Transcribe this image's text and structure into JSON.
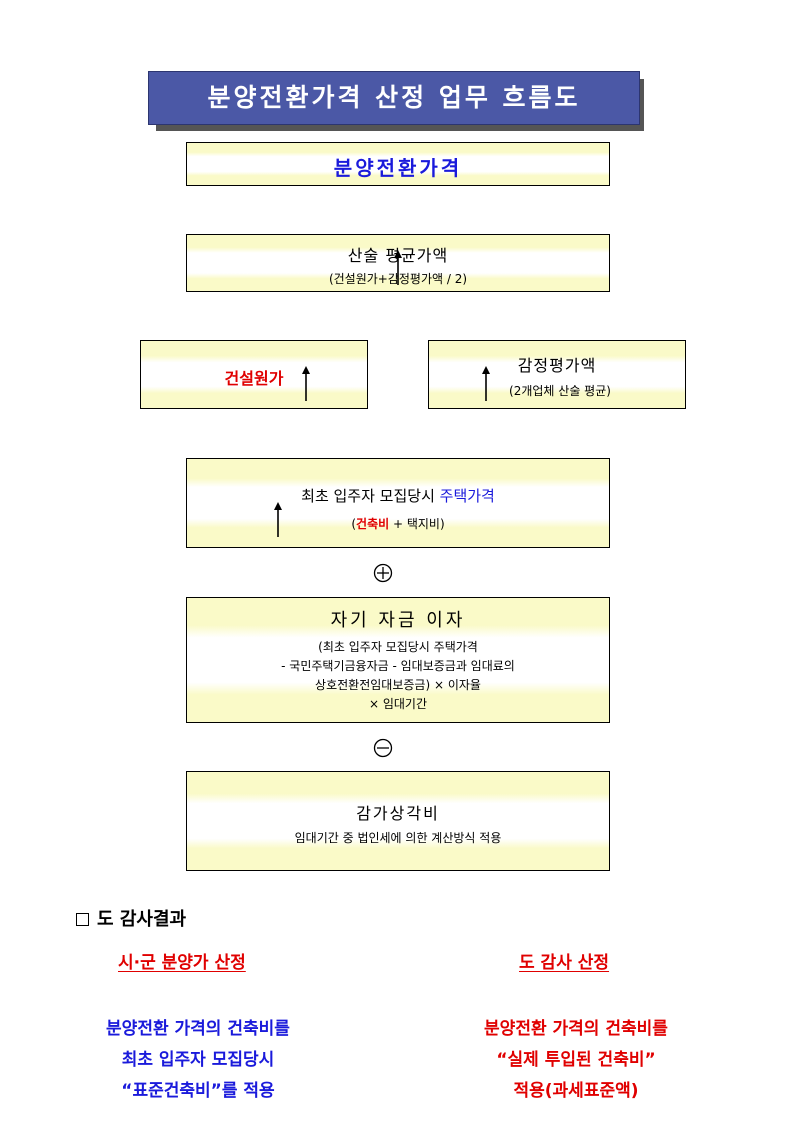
{
  "title": "분양전환가격 산정 업무 흐름도",
  "flow": {
    "box1": {
      "text": "분양전환가격"
    },
    "box2": {
      "main": "산술 평균가액",
      "sub": "(건설원가+감정평가액 / 2)"
    },
    "box3": {
      "text": "건설원가"
    },
    "box4": {
      "main": "감정평가액",
      "sub": "(2개업체 산술 평균)"
    },
    "box5": {
      "main_black": "최초 입주자 모집당시 ",
      "main_blue": "주택가격",
      "sub_open": "(",
      "sub_red": "건축비",
      "sub_rest": " + 택지비)"
    },
    "op1": "plus",
    "box6": {
      "main": "자기 자금 이자",
      "line1": "(최초 입주자 모집당시 주택가격",
      "line2": "- 국민주택기금융자금 - 임대보증금과 임대료의",
      "line3": "상호전환전임대보증금) × 이자율",
      "line4": "× 임대기간"
    },
    "op2": "minus",
    "box7": {
      "main": "감가상각비",
      "sub": "임대기간 중 법인세에 의한 계산방식 적용"
    }
  },
  "audit": {
    "heading": "도 감사결과",
    "left": {
      "title": "시·군 분양가 산정",
      "lines": [
        "분양전환 가격의 건축비를",
        "최초 입주자 모집당시",
        "“표준건축비”를 적용"
      ]
    },
    "right": {
      "title": "도 감사 산정",
      "lines": [
        "분양전환 가격의 건축비를",
        "“실제 투입된  건축비”",
        "적용(과세표준액)"
      ]
    }
  },
  "colors": {
    "banner": "#4b58a6",
    "box_fill": "#fafac8",
    "blue_text": "#1a1adb",
    "red_text": "#e00000"
  }
}
